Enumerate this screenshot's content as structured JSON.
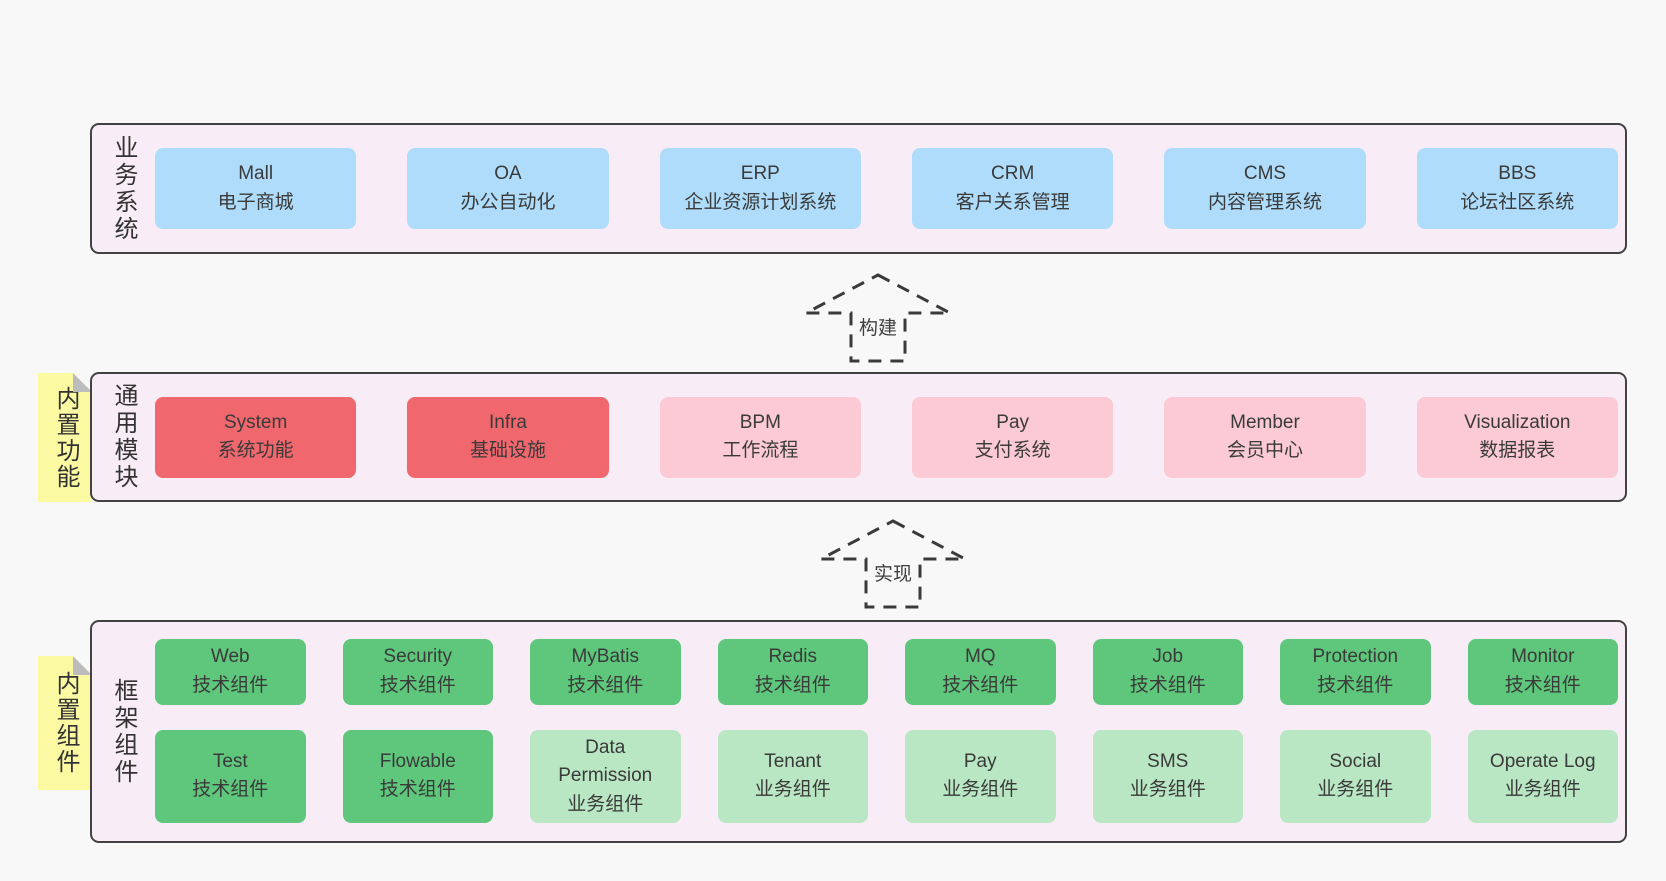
{
  "colors": {
    "page_bg": "#f8f8f8",
    "band_bg": "#f8edf6",
    "band_border": "#424242",
    "blue": "#aedcfa",
    "red": "#f0686d",
    "pink": "#fbcad4",
    "green": "#5ec77c",
    "light_green": "#b9e6c3",
    "note_yellow": "#fcf9a3",
    "fold_gray": "#bcbcbc",
    "dash": "#3a3a3a"
  },
  "arrows": [
    {
      "label": "构建"
    },
    {
      "label": "实现"
    }
  ],
  "bands": [
    {
      "label": "业务系统",
      "boxes": [
        {
          "name": "Mall",
          "desc": "电子商城"
        },
        {
          "name": "OA",
          "desc": "办公自动化"
        },
        {
          "name": "ERP",
          "desc": "企业资源计划系统"
        },
        {
          "name": "CRM",
          "desc": "客户关系管理"
        },
        {
          "name": "CMS",
          "desc": "内容管理系统"
        },
        {
          "name": "BBS",
          "desc": "论坛社区系统"
        }
      ]
    },
    {
      "label": "通用模块",
      "note": "内置功能",
      "boxes": [
        {
          "name": "System",
          "desc": "系统功能"
        },
        {
          "name": "Infra",
          "desc": "基础设施"
        },
        {
          "name": "BPM",
          "desc": "工作流程"
        },
        {
          "name": "Pay",
          "desc": "支付系统"
        },
        {
          "name": "Member",
          "desc": "会员中心"
        },
        {
          "name": "Visualization",
          "desc": "数据报表"
        }
      ]
    },
    {
      "label": "框架组件",
      "note": "内置组件",
      "rows": [
        [
          {
            "name": "Web",
            "desc": "技术组件"
          },
          {
            "name": "Security",
            "desc": "技术组件"
          },
          {
            "name": "MyBatis",
            "desc": "技术组件"
          },
          {
            "name": "Redis",
            "desc": "技术组件"
          },
          {
            "name": "MQ",
            "desc": "技术组件"
          },
          {
            "name": "Job",
            "desc": "技术组件"
          },
          {
            "name": "Protection",
            "desc": "技术组件"
          },
          {
            "name": "Monitor",
            "desc": "技术组件"
          }
        ],
        [
          {
            "name": "Test",
            "desc": "技术组件"
          },
          {
            "name": "Flowable",
            "desc": "技术组件"
          },
          {
            "name": "Data Permission",
            "desc": "业务组件"
          },
          {
            "name": "Tenant",
            "desc": "业务组件"
          },
          {
            "name": "Pay",
            "desc": "业务组件"
          },
          {
            "name": "SMS",
            "desc": "业务组件"
          },
          {
            "name": "Social",
            "desc": "业务组件"
          },
          {
            "name": "Operate Log",
            "desc": "业务组件"
          }
        ]
      ]
    }
  ]
}
